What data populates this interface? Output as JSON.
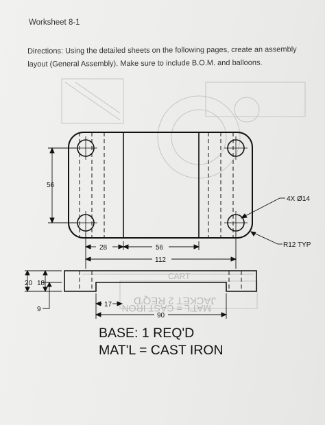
{
  "worksheet_title": "Worksheet 8-1",
  "directions": "Directions: Using the detailed sheets on the following pages, create an assembly layout (General Assembly). Make sure to include B.O.M. and balloons.",
  "drawing": {
    "dimensions": {
      "height_56": "56",
      "width_28": "28",
      "width_56": "56",
      "width_112": "112",
      "width_90": "90",
      "width_17": "17",
      "height_20": "20",
      "height_18": "18",
      "height_9": "9"
    },
    "callouts": {
      "holes": "4X Ø14",
      "radius": "R12 TYP"
    },
    "bleed_through": {
      "text_1": "JACKET 2 REQ'D",
      "text_2": "MAT'L = CAST IRON",
      "text_3": "CART"
    }
  },
  "caption": {
    "line1": "BASE: 1 REQ'D",
    "line2": "MAT'L = CAST IRON"
  }
}
